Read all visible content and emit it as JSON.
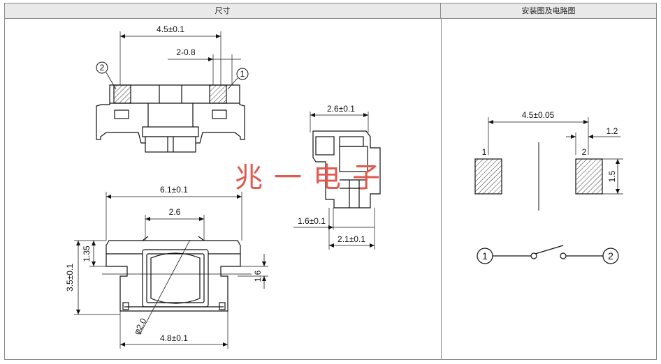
{
  "headers": {
    "left": "尺寸",
    "right": "安装图及电路图"
  },
  "watermark": "兆一电子",
  "front_view": {
    "top_width": "4.5±0.1",
    "pitch": "2-0.8",
    "marker_left": "2",
    "marker_right": "1"
  },
  "side_view": {
    "top": "2.6±0.1",
    "offset": "1.6±0.1",
    "depth": "2.1±0.1"
  },
  "bottom_view": {
    "width": "6.1±0.1",
    "window": "2.6",
    "height": "3.5±0.1",
    "tab": "1.35",
    "lead": "1.6",
    "diameter": "φ2.0",
    "base": "4.8±0.1"
  },
  "install": {
    "pitch": "4.5±0.05",
    "pad_w": "1.2",
    "pad_h": "1.5",
    "pad_left": "1",
    "pad_right": "2"
  },
  "circuit": {
    "node_left": "1",
    "node_right": "2"
  }
}
